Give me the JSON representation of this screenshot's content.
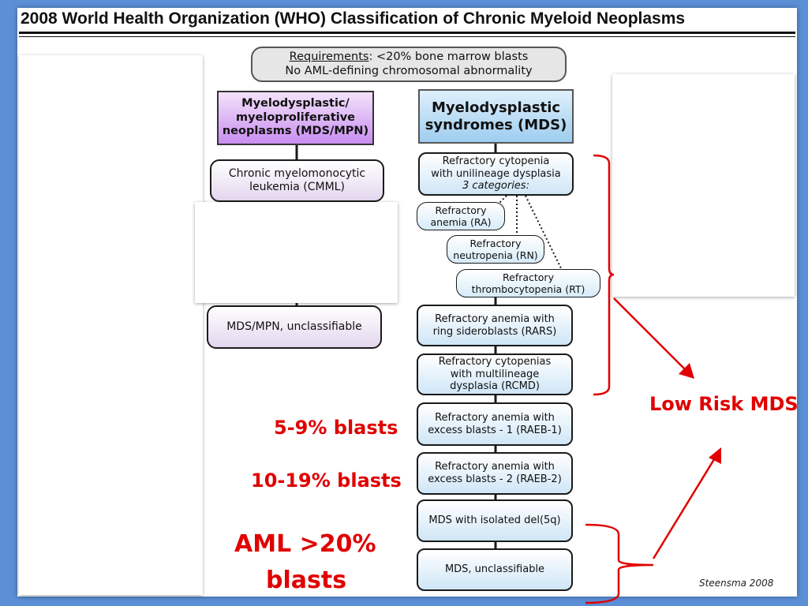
{
  "title": "2008 World Health Organization (WHO) Classification of Chronic Myeloid Neoplasms",
  "requirements": {
    "label": "Requirements",
    "line1_rest": ": <20% bone marrow blasts",
    "line2": "No AML-defining chromosomal abnormality"
  },
  "mds_mpn": {
    "header": [
      "Myelodysplastic/",
      "myeloproliferative",
      "neoplasms (MDS/MPN)"
    ],
    "items": [
      [
        "Chronic myelomonocytic",
        "leukemia (CMML)"
      ],
      [
        "MDS/MPN, unclassifiable"
      ]
    ]
  },
  "mds": {
    "header": [
      "Myelodysplastic",
      "syndromes (MDS)"
    ],
    "rcud": {
      "lines": [
        "Refractory cytopenia",
        "with unilineage dysplasia"
      ],
      "italic": "3 categories:"
    },
    "subtypes": [
      [
        "Refractory",
        "anemia (RA)"
      ],
      [
        "Refractory",
        "neutropenia (RN)"
      ],
      [
        "Refractory",
        "thrombocytopenia (RT)"
      ]
    ],
    "items": [
      [
        "Refractory anemia with",
        "ring sideroblasts (RARS)"
      ],
      [
        "Refractory cytopenias",
        "with multilineage",
        "dysplasia (RCMD)"
      ],
      [
        "Refractory anemia with",
        "excess blasts - 1 (RAEB-1)"
      ],
      [
        "Refractory anemia with",
        "excess blasts - 2 (RAEB-2)"
      ],
      [
        "MDS with isolated del(5q)"
      ],
      [
        "MDS, unclassifiable"
      ]
    ]
  },
  "annotations": {
    "low_risk": "Low Risk MDS",
    "blasts_5_9": "5-9% blasts",
    "blasts_10_19": "10-19% blasts",
    "aml_line1": "AML >20%",
    "aml_line2": "blasts"
  },
  "credit": "Steensma 2008",
  "colors": {
    "annotation_red": "#e00000",
    "mds_header_blue": "#9fcdf0",
    "mdsmpn_header_purple": "#c98df0",
    "background_blue": "#5b8fd6"
  }
}
